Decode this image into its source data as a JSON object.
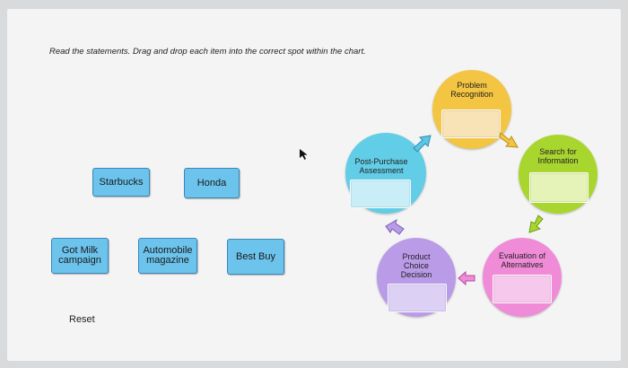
{
  "instructions": "Read the statements. Drag and drop each item into the correct spot within the chart.",
  "items": [
    {
      "label": "Starbucks"
    },
    {
      "label": "Honda"
    },
    {
      "label": "Got Milk\ncampaign"
    },
    {
      "label": "Automobile\nmagazine"
    },
    {
      "label": "Best Buy"
    }
  ],
  "reset_label": "Reset",
  "stages": {
    "problem_recognition": "Problem\nRecognition",
    "search_for_information": "Search for\nInformation",
    "evaluation_of_alternatives": "Evaluation of\nAlternatives",
    "product_choice_decision": "Product\nChoice\nDecision",
    "post_purchase_assessment": "Post-Purchase\nAssessment"
  },
  "colors": {
    "item_fill": "#6cc3ec",
    "problem_recognition": "#f4c542",
    "search_for_information": "#a9d62e",
    "evaluation_of_alternatives": "#f08bd8",
    "product_choice_decision": "#b99be8",
    "post_purchase_assessment": "#62cde6"
  }
}
